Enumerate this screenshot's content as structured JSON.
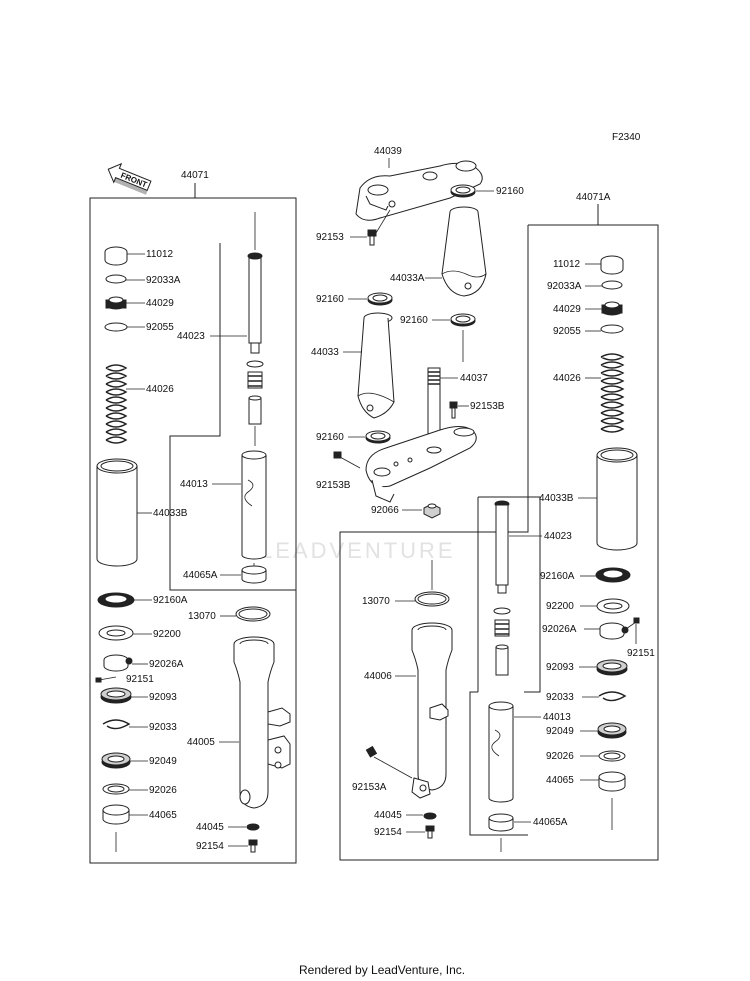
{
  "diagram": {
    "code": "F2340",
    "front_label": "FRONT",
    "watermark": "LEADVENTURE",
    "credit": "Rendered by LeadVenture, Inc."
  },
  "groups": {
    "left_assembly": "44071",
    "right_assembly": "44071A"
  },
  "left_parts": [
    "11012",
    "92033A",
    "44029",
    "92055",
    "44026",
    "44033B",
    "92160A",
    "92200",
    "92026A",
    "92151",
    "92093",
    "92033",
    "92049",
    "92026",
    "44065",
    "44023",
    "44013",
    "44065A",
    "13070",
    "44005",
    "44045",
    "92154"
  ],
  "center_parts": [
    "44039",
    "92160",
    "92153",
    "44033A",
    "92160",
    "92160",
    "44033",
    "44037",
    "92153B",
    "92160",
    "92153B",
    "92066"
  ],
  "right_parts": [
    "11012",
    "92033A",
    "44029",
    "92055",
    "44026",
    "44033B",
    "92160A",
    "92200",
    "92026A",
    "92151",
    "92093",
    "92033",
    "92049",
    "92026",
    "44065",
    "44023",
    "44013",
    "44065A",
    "13070",
    "44006",
    "92153A",
    "44045",
    "92154"
  ]
}
